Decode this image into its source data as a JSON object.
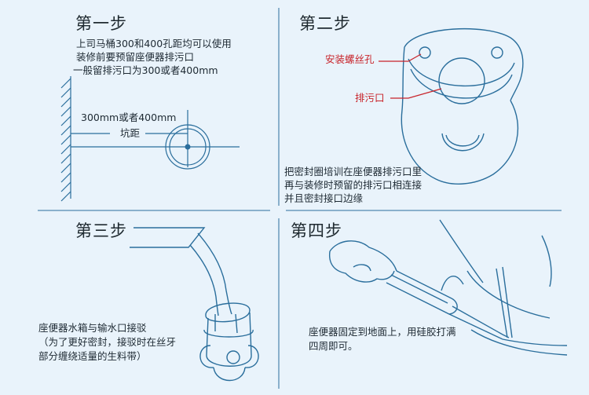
{
  "colors": {
    "background": "#e9f3fb",
    "line": "#2a6e9c",
    "accent": "#c8232a",
    "text": "#1e2a33"
  },
  "step1": {
    "title": "第一步",
    "lines": [
      "上司马桶300和400孔距均可以使用",
      "装修前要预留座便器排污口",
      "一般留排污口为300或者400mm"
    ],
    "dim_label": "300mm或者400mm",
    "pit_label": "坑距"
  },
  "step2": {
    "title": "第二步",
    "label_bolt": "安装螺丝孔",
    "label_drain": "排污口",
    "lines": [
      "把密封圈培训在座便器排污口里",
      "再与装修时预留的排污口相连接",
      "并且密封接口边缘"
    ]
  },
  "step3": {
    "title": "第三步",
    "lines": [
      "座便器水箱与输水口接驳",
      "（为了更好密封，接驳时在丝牙",
      "部分缠绕适量的生料带）"
    ]
  },
  "step4": {
    "title": "第四步",
    "lines": [
      "座便器固定到地面上，用硅胶打满",
      "四周即可。"
    ]
  }
}
